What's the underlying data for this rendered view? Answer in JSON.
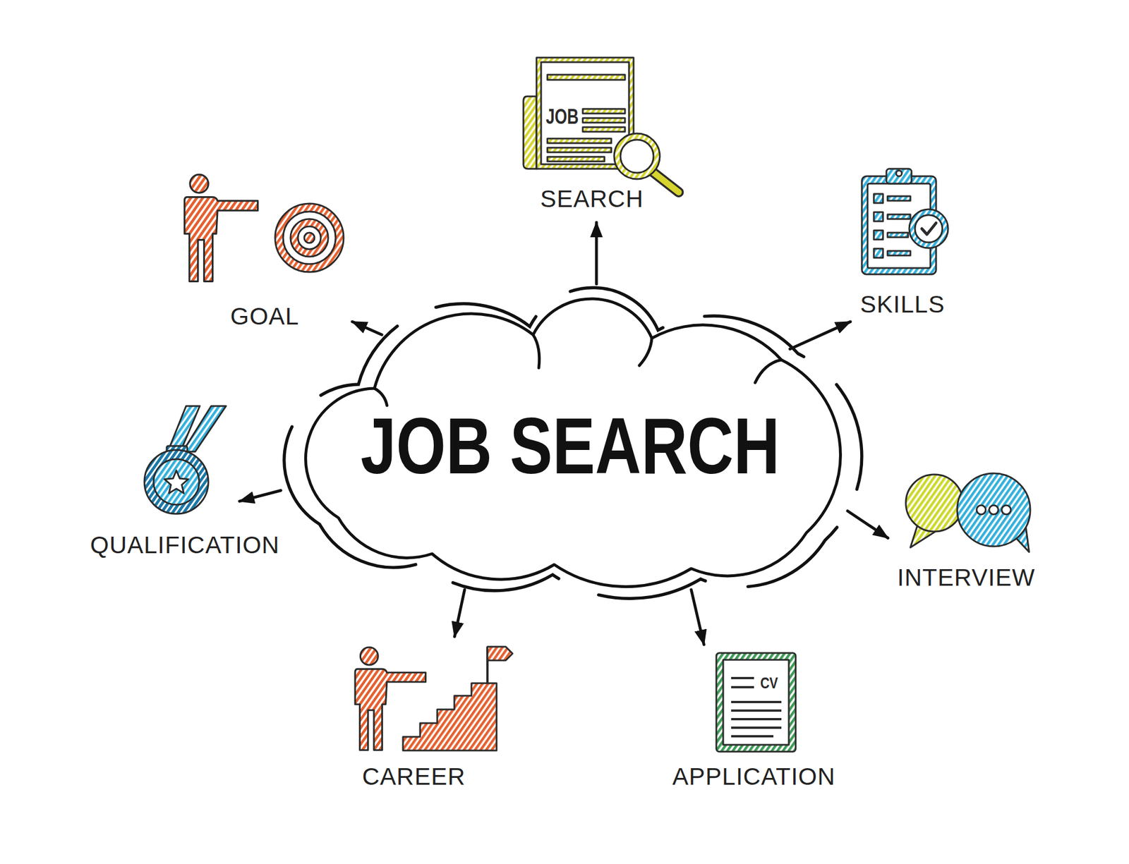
{
  "diagram": {
    "nodes": [
      {
        "text": [
          "SEARCH"
        ]
      },
      {
        "text": [
          "GOAL"
        ]
      },
      {
        "text": [
          "SKILLS"
        ]
      },
      {
        "text": [
          "JOB SEARCH"
        ]
      },
      {
        "text": [
          "QUALIFICATION"
        ]
      },
      {
        "text": [
          "INTERVIEW"
        ]
      },
      {
        "text": [
          "CAREER"
        ]
      },
      {
        "text": [
          "APPLICATION"
        ]
      }
    ],
    "edges": [
      {
        "from": 3,
        "to": 0,
        "arrow": "to"
      },
      {
        "from": 3,
        "to": 1,
        "arrow": "to"
      },
      {
        "from": 3,
        "to": 2,
        "arrow": "to"
      },
      {
        "from": 3,
        "to": 4,
        "arrow": "to"
      },
      {
        "from": 3,
        "to": 5,
        "arrow": "to"
      },
      {
        "from": 3,
        "to": 6,
        "arrow": "to"
      },
      {
        "from": 3,
        "to": 7,
        "arrow": "to"
      }
    ],
    "labels": [
      "JOB",
      "CV"
    ]
  }
}
